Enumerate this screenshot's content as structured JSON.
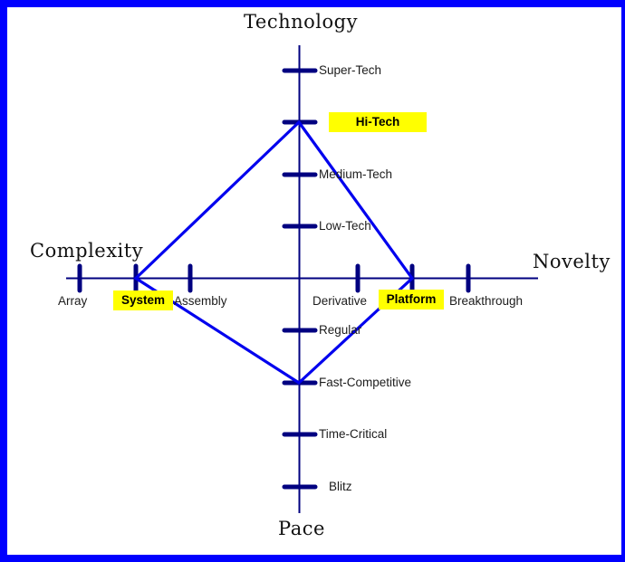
{
  "colors": {
    "frame_border": "#0000ff",
    "axis_and_ticks": "#000080",
    "diamond_outline": "#0000ee",
    "highlight_background": "#ffff00",
    "label_text": "#1c1c1c",
    "background": "#ffffff"
  },
  "axis_labels": {
    "top": "Technology",
    "right": "Novelty",
    "left": "Complexity",
    "bottom": "Pace"
  },
  "technology_axis": {
    "ticks": [
      {
        "label": "Super-Tech",
        "highlighted": false
      },
      {
        "label": "Hi-Tech",
        "highlighted": true
      },
      {
        "label": "Medium-Tech",
        "highlighted": false
      },
      {
        "label": "Low-Tech",
        "highlighted": false
      }
    ]
  },
  "novelty_axis": {
    "ticks": [
      {
        "label": "Derivative",
        "highlighted": false
      },
      {
        "label": "Platform",
        "highlighted": true
      },
      {
        "label": "Breakthrough",
        "highlighted": false
      }
    ]
  },
  "complexity_axis": {
    "ticks": [
      {
        "label": "Array",
        "highlighted": false
      },
      {
        "label": "System",
        "highlighted": true
      },
      {
        "label": "Assembly",
        "highlighted": false
      }
    ]
  },
  "pace_axis": {
    "ticks": [
      {
        "label": "Regular",
        "highlighted": false
      },
      {
        "label": "Fast-Competitive",
        "highlighted": false
      },
      {
        "label": "Time-Critical",
        "highlighted": false
      },
      {
        "label": "Blitz",
        "highlighted": false
      }
    ]
  },
  "diamond_profile": {
    "technology": "Hi-Tech",
    "novelty": "Platform",
    "complexity": "System",
    "pace": "Fast-Competitive"
  }
}
